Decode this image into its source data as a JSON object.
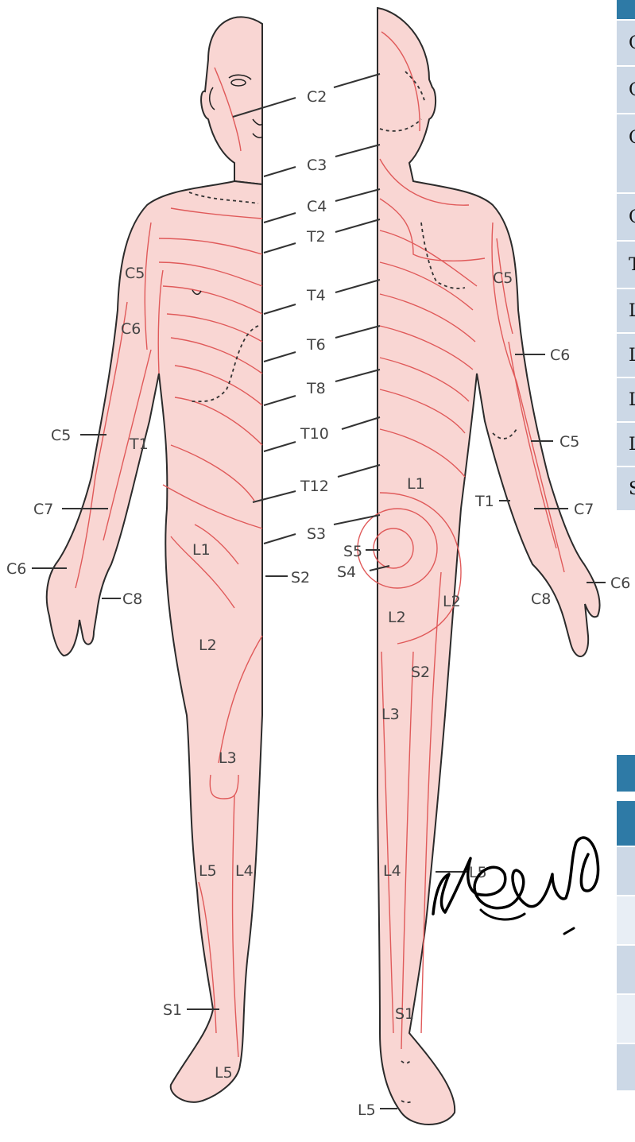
{
  "diagram": {
    "front_labels": {
      "c2": "C2",
      "c3": "C3",
      "c4": "C4",
      "t2": "T2",
      "t4": "T4",
      "t6": "T6",
      "t8": "T8",
      "t10": "T10",
      "t12": "T12",
      "s3": "S3",
      "s2": "S2",
      "l1": "L1",
      "l2": "L2",
      "l3": "L3",
      "l4": "L4",
      "l5": "L5",
      "l5_foot": "L5",
      "s1": "S1",
      "c5_shoulder": "C5",
      "c6_arm": "C6",
      "c5_forearm": "C5",
      "t1": "T1",
      "c7": "C7",
      "c6_hand": "C6",
      "c8": "C8"
    },
    "back_labels": {
      "c5": "C5",
      "c6": "C6",
      "c5_forearm": "C5",
      "t1": "T1",
      "c7": "C7",
      "c6_hand": "C6",
      "c8": "C8",
      "l1": "L1",
      "s5": "S5",
      "s4": "S4",
      "l2_left": "L2",
      "l2_right": "L2",
      "s2": "S2",
      "l3": "L3",
      "l4": "L4",
      "l5_partial": "L5",
      "s1": "S1",
      "l5_foot": "L5"
    },
    "signature_note": "handwritten signature"
  },
  "right_table_top": {
    "rows": [
      "C",
      "C",
      "C",
      "C",
      "T",
      "L",
      "L",
      "L",
      "L",
      "S"
    ]
  },
  "right_table_bottom": {
    "rows": [
      "",
      "",
      "",
      "",
      "",
      "",
      ""
    ]
  },
  "colors": {
    "skin": "#f9d6d3",
    "dermatome_lines": "#e05a5a",
    "table_header": "#2e7aa6",
    "table_row": "#ccd8e6"
  }
}
